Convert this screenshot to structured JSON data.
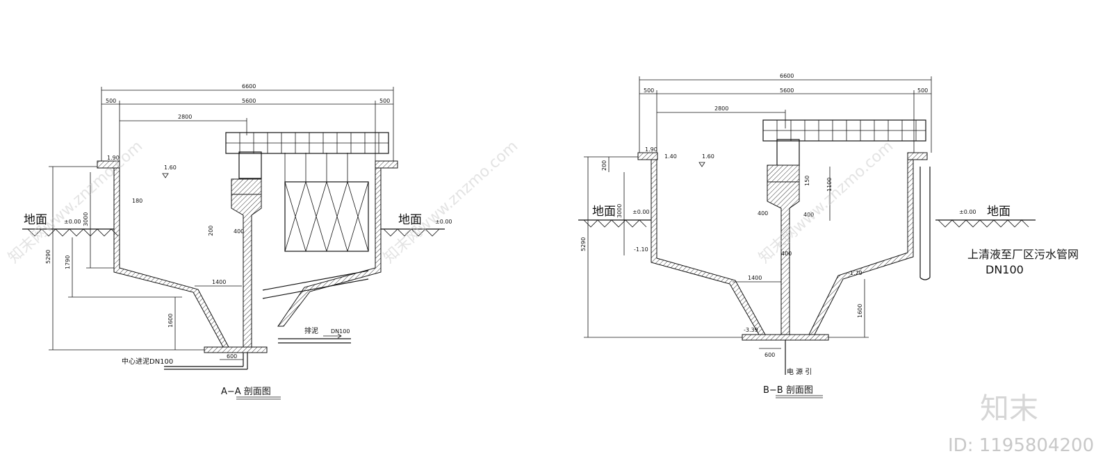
{
  "left_section": {
    "title": "A−A 剖面图",
    "dims": {
      "overall": "6600",
      "left_edge": "500",
      "inner": "5600",
      "right_edge": "500",
      "half": "2800",
      "d180": "180",
      "d400": "400",
      "d200": "200",
      "d1400": "1400",
      "d600": "600",
      "d1600": "1600",
      "d1790": "1790",
      "d3000": "3000",
      "d5290": "5290"
    },
    "elev": {
      "top": "1.90",
      "water": "1.60",
      "ground": "±0.00"
    },
    "ground_label_left": "地面",
    "ground_label_right": "地面",
    "sludge_out": "排泥",
    "sludge_out_size": "DN100",
    "center_in": "中心进泥DN100"
  },
  "right_section": {
    "title": "B−B 剖面图",
    "dims": {
      "overall": "6600",
      "left_edge": "500",
      "inner": "5600",
      "right_edge": "500",
      "half": "2800",
      "d200": "200",
      "d3000": "3000",
      "d5290": "5290",
      "d150": "150",
      "d1100": "1100",
      "d400a": "400",
      "d400b": "400",
      "d1400": "1400",
      "d600": "600",
      "d1600": "1600",
      "d400c": "400"
    },
    "elev": {
      "top": "1.90",
      "inner": "1.40",
      "water": "1.60",
      "ground": "±0.00",
      "low1": "-1.10",
      "low2": "-1.79",
      "bottom": "-3.39"
    },
    "ground_label_left": "地面",
    "ground_label_right": "地面",
    "power": "电 源 引",
    "note_line1": "上清液至厂区污水管网",
    "note_line2": "DN100"
  },
  "watermark": {
    "text": "知末网www.znzmo.com",
    "brand": "知末",
    "id": "ID: 1195804200"
  },
  "colors": {
    "line": "#111111",
    "watermark": "#c9c9c9"
  }
}
